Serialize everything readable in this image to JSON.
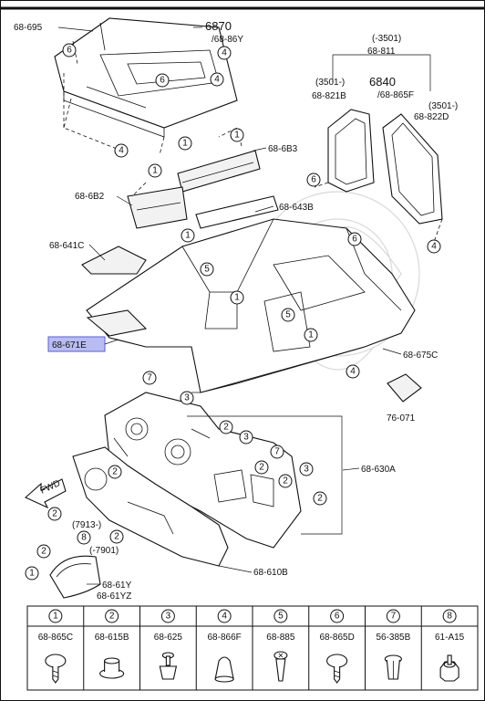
{
  "callouts": {
    "p695": "68-695",
    "p6870": "6870",
    "p86y": "/68-86Y",
    "p3501a": "(-3501)",
    "p811": "68-811",
    "p3501b": "(3501-)",
    "p6840": "6840",
    "p821b": "68-821B",
    "p865f": "/68-865F",
    "p3501c": "(3501-)",
    "p822d": "68-822D",
    "p6b3": "68-6B3",
    "p6b2": "68-6B2",
    "p643b": "68-643B",
    "p641c": "68-641C",
    "p671e": "68-671E",
    "p675c": "68-675C",
    "p071": "76-071",
    "p630a": "68-630A",
    "pfwd": "FWD",
    "p7913": "(7913-)",
    "p7901": "(-7901)",
    "p61y": "68-61Y",
    "p61yz": "68-61YZ",
    "p610b": "68-610B"
  },
  "legend": [
    {
      "num": "1",
      "code": "68-865C",
      "icon": "push-clip-icon"
    },
    {
      "num": "2",
      "code": "68-615B",
      "icon": "flange-nut-icon"
    },
    {
      "num": "3",
      "code": "68-625",
      "icon": "screw-grommet-icon"
    },
    {
      "num": "4",
      "code": "68-866F",
      "icon": "mushroom-clip-icon"
    },
    {
      "num": "5",
      "code": "68-885",
      "icon": "screw-clip-icon"
    },
    {
      "num": "6",
      "code": "68-865D",
      "icon": "push-clip-icon"
    },
    {
      "num": "7",
      "code": "56-385B",
      "icon": "rivet-clip-icon"
    },
    {
      "num": "8",
      "code": "61-A15",
      "icon": "hex-nut-icon"
    }
  ]
}
